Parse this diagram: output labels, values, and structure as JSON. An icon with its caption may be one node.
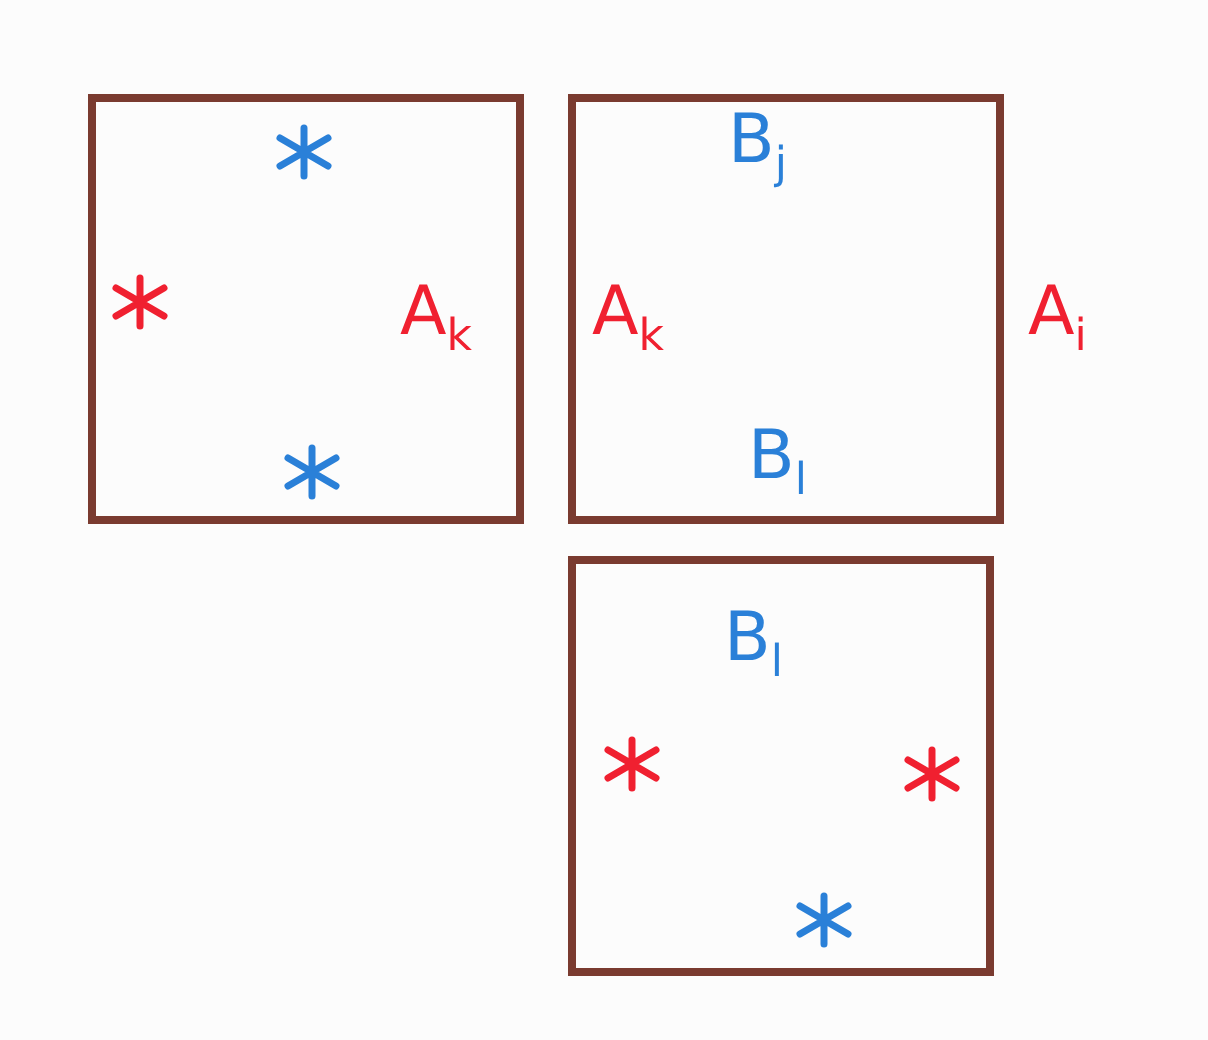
{
  "diagram": {
    "nodes": [
      {
        "text": [
          "A$_{k}$"
        ]
      },
      {
        "text": [
          "A$_{k}$",
          "B$_{j}$",
          "B$_{l}$"
        ],
        "beside": [
          "A$_{i}$"
        ]
      },
      {
        "text": [
          "B$_{l}$"
        ]
      }
    ]
  }
}
